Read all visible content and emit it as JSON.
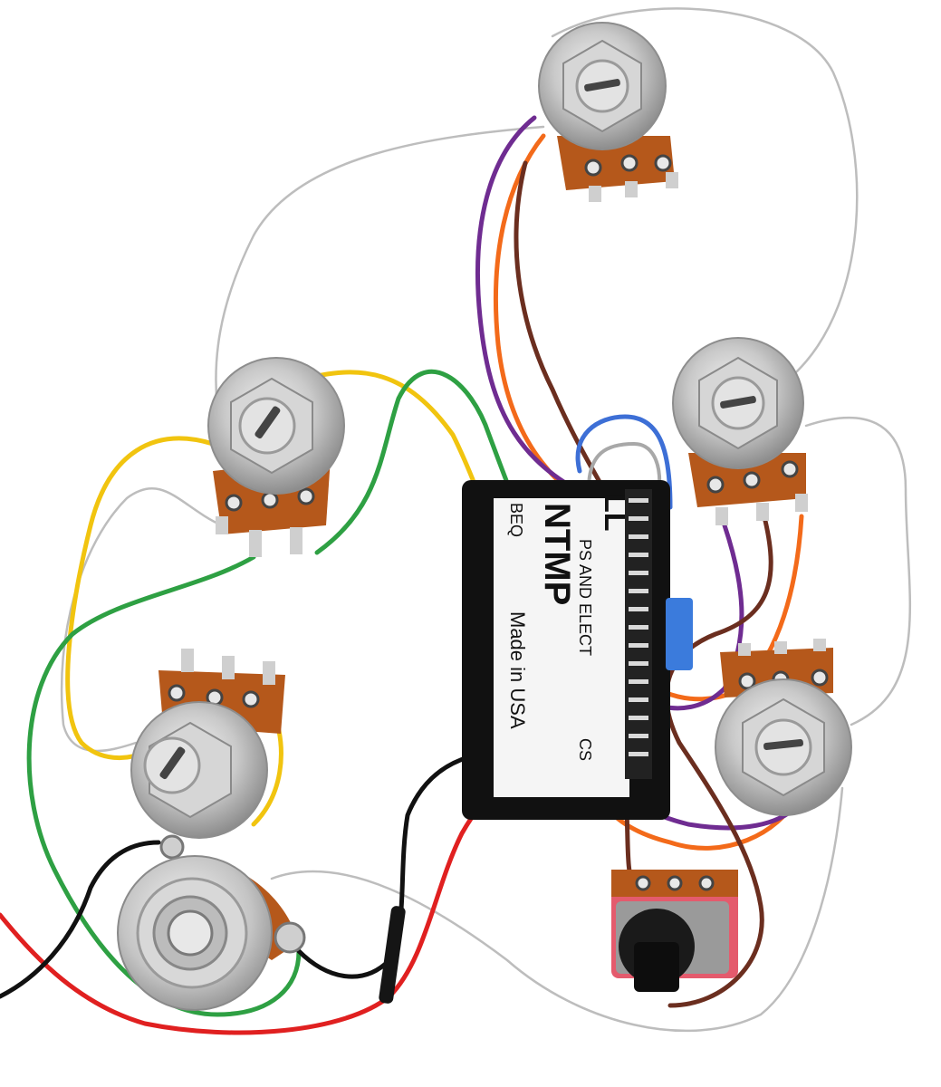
{
  "module": {
    "brand_fragment": "LL",
    "tagline_top": "PS AND ELECT",
    "tagline_end": "CS",
    "model": "NTMP",
    "eq_label": "BEQ",
    "made_in": "Made in USA"
  },
  "colors": {
    "wire_yellow": "#f1c40f",
    "wire_green": "#2ea043",
    "wire_orange": "#f36a1a",
    "wire_purple": "#6f2c91",
    "wire_brown": "#6b2e1f",
    "wire_red": "#e02020",
    "wire_black": "#111111",
    "wire_blue": "#3d6fd6",
    "wire_silver": "#bdbdbd",
    "pot_body": "#b5581b",
    "metal": "#c8c8c8",
    "switch_body": "#e45b6d",
    "module_label": "#f5f5f5"
  },
  "components": [
    {
      "name": "potentiometer",
      "icon": "potentiometer-icon"
    },
    {
      "name": "output-jack",
      "icon": "jack-icon"
    },
    {
      "name": "toggle-switch",
      "icon": "switch-icon"
    },
    {
      "name": "preamp-module",
      "icon": "module-icon"
    }
  ]
}
